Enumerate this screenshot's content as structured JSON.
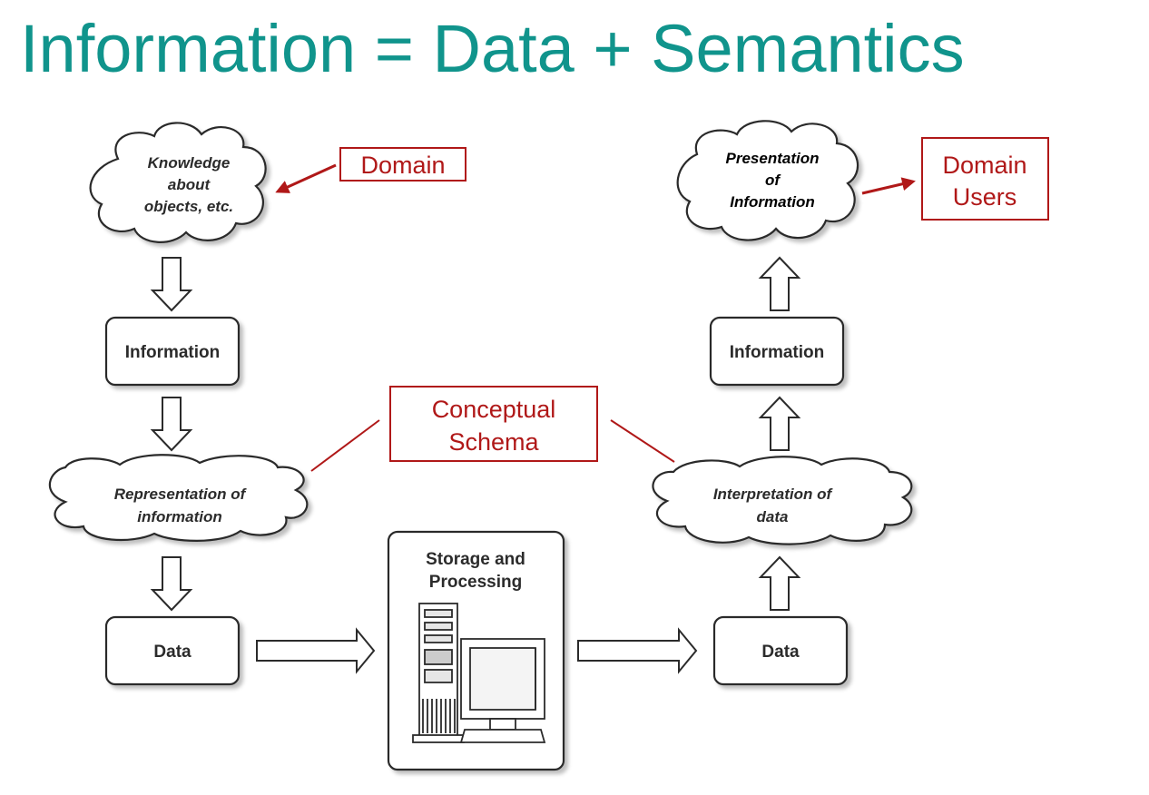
{
  "title": "Information = Data + Semantics",
  "left_column": {
    "knowledge_cloud": [
      "Knowledge",
      "about",
      "objects, etc."
    ],
    "information_box": "Information",
    "representation_cloud": [
      "Representation of",
      "information"
    ],
    "data_box": "Data"
  },
  "center": {
    "storage_box": [
      "Storage and",
      "Processing"
    ],
    "computer_icon": "computer-server-icon"
  },
  "right_column": {
    "presentation_cloud": [
      "Presentation",
      "of",
      "Information"
    ],
    "information_box": "Information",
    "interpretation_cloud": [
      "Interpretation of",
      "data"
    ],
    "data_box": "Data"
  },
  "annotations": {
    "domain": "Domain",
    "domain_users": [
      "Domain",
      "Users"
    ],
    "conceptual_schema": [
      "Conceptual",
      "Schema"
    ]
  },
  "colors": {
    "title": "#10948c",
    "annotation": "#b01818",
    "outline": "#2b2b2b"
  }
}
